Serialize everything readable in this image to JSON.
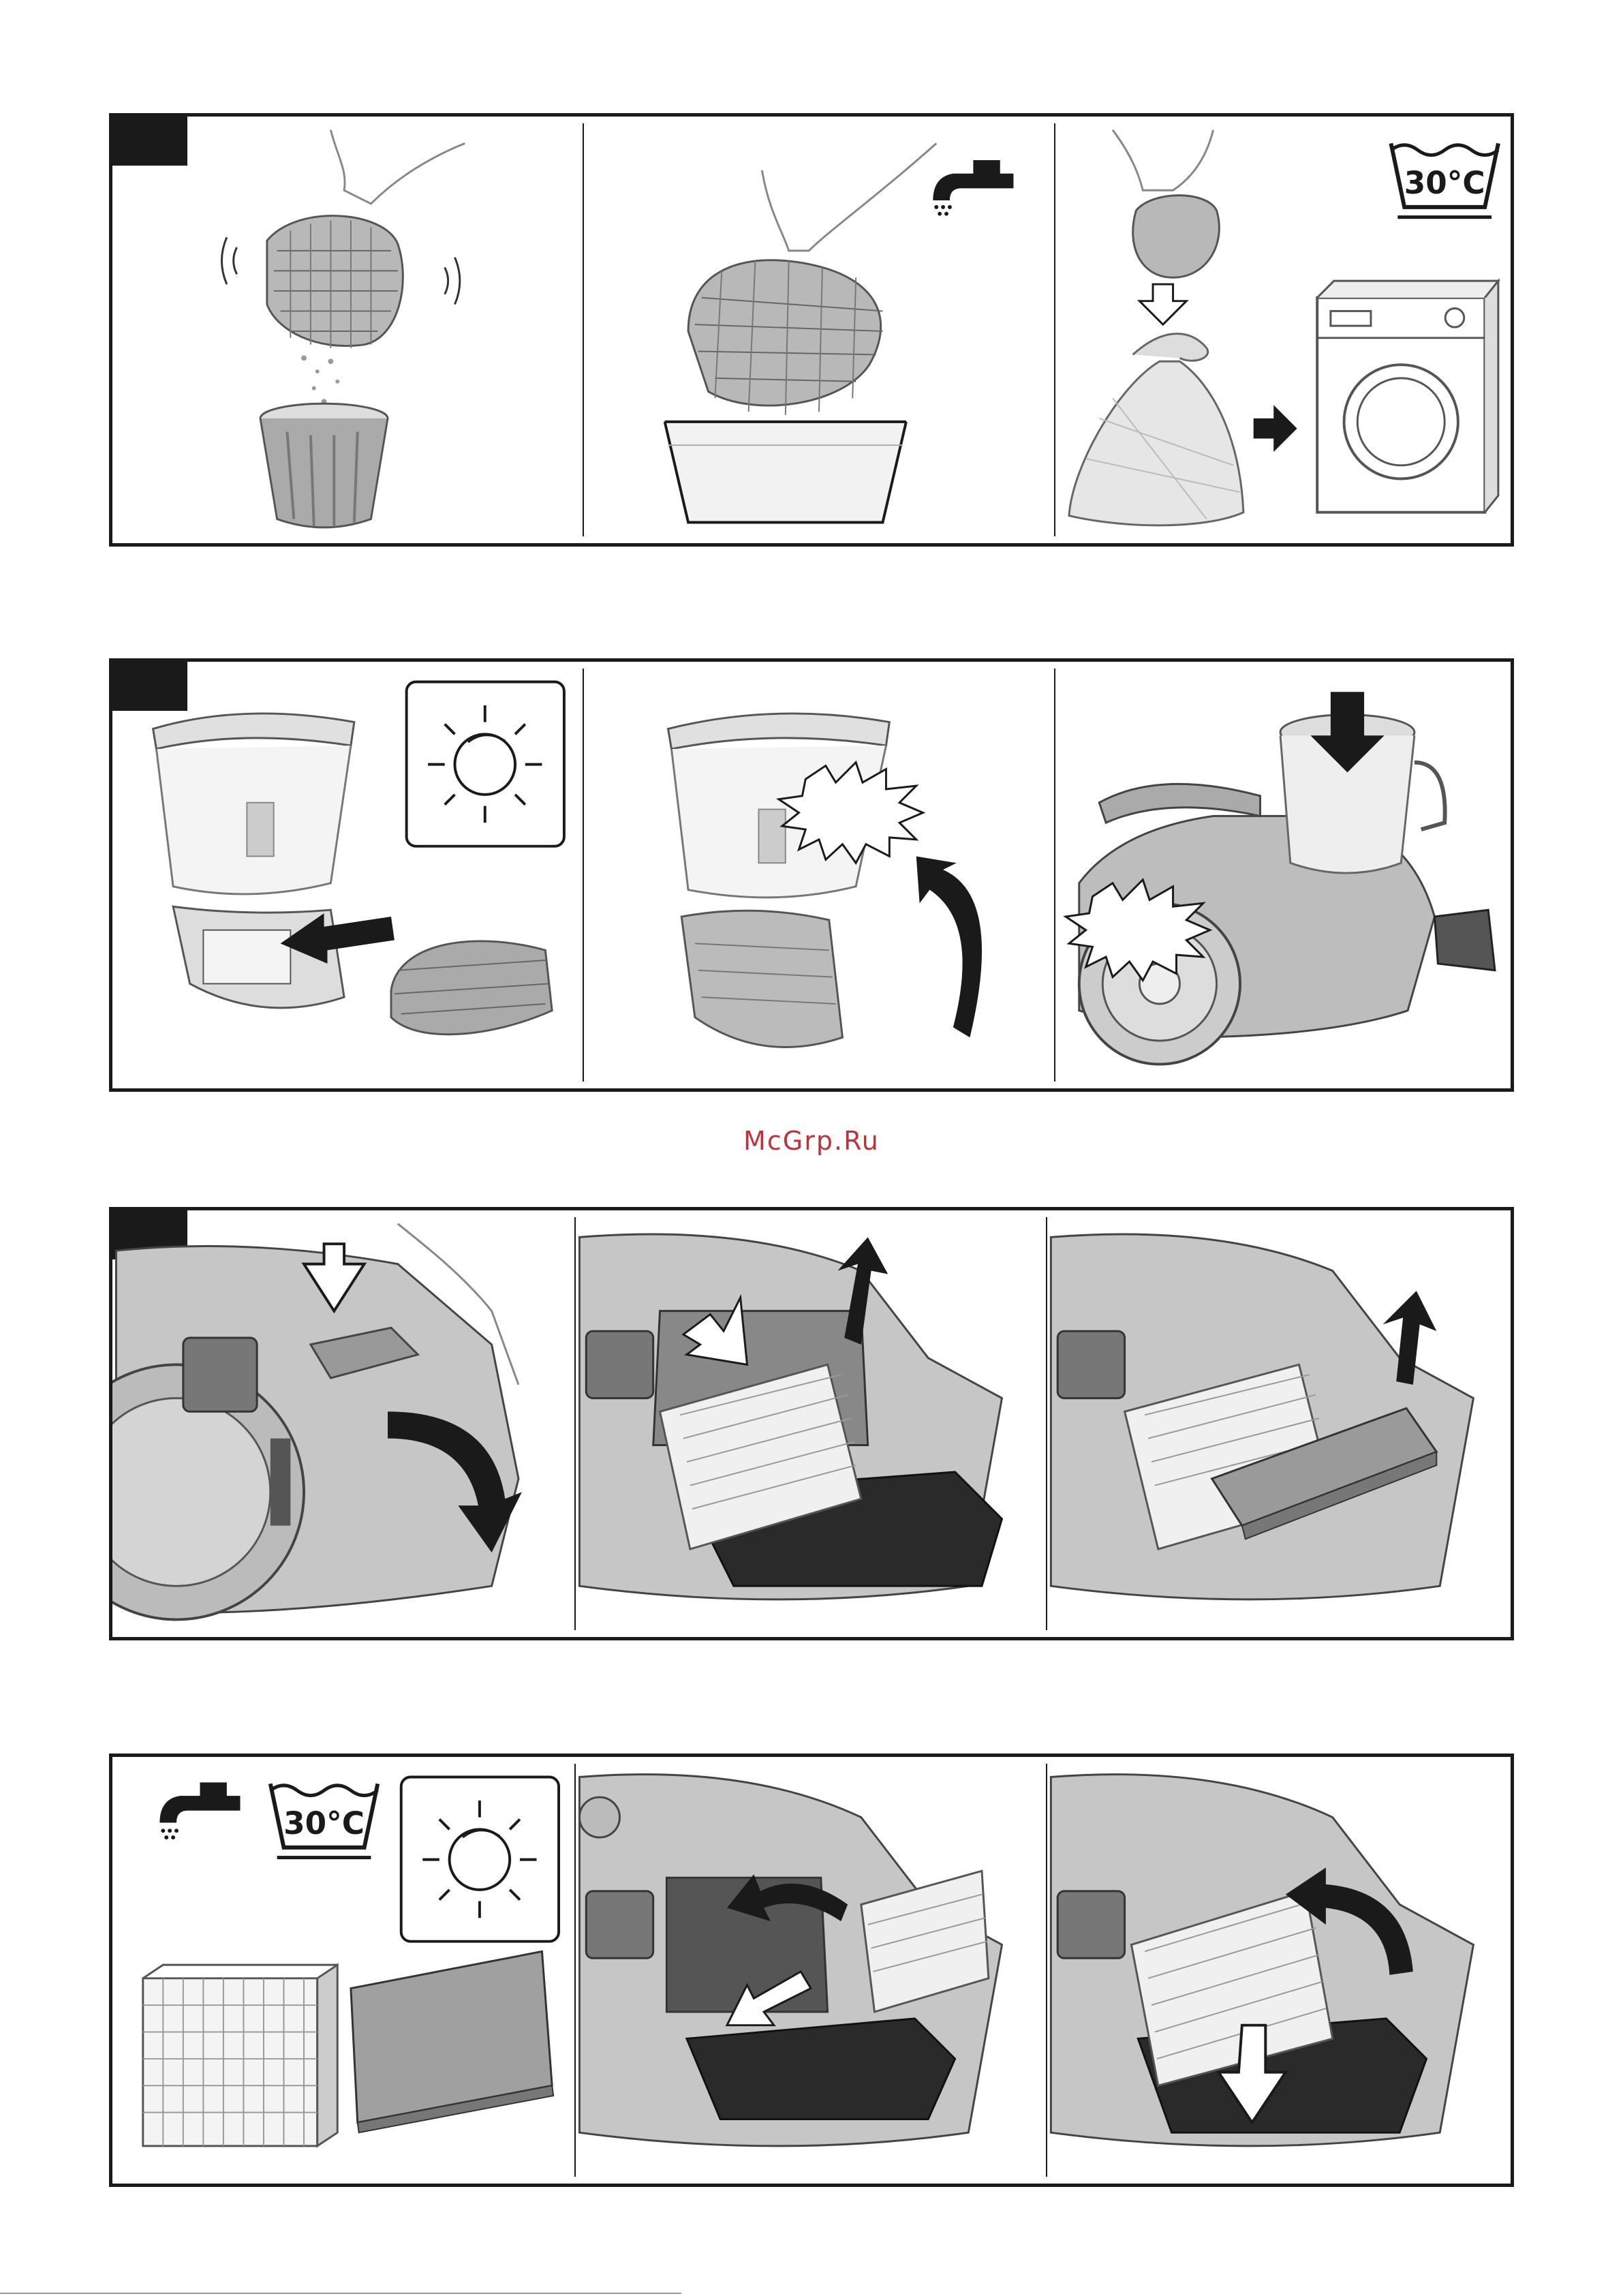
{
  "watermark": "McGrp.Ru",
  "wash_labels": {
    "row1_temp": "30°C",
    "row4_temp": "30°C"
  },
  "colors": {
    "frame": "#1a1a1a",
    "watermark": "#c0323a",
    "device_gray": "#bdbdbd"
  },
  "icons": {
    "tap": "water-tap-icon",
    "wash": "wash-30-icon",
    "dry": "sun-dry-icon"
  }
}
